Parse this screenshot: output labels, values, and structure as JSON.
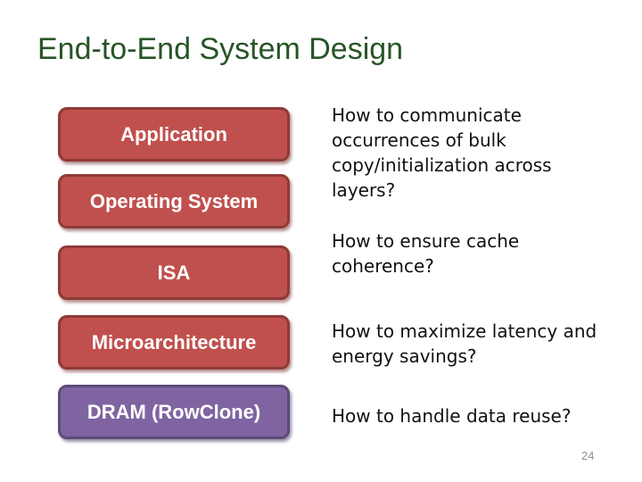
{
  "slide": {
    "title": "End-to-End System Design",
    "page_number": "24"
  },
  "layers": [
    {
      "label": "Application",
      "style": "red"
    },
    {
      "label": "Operating System",
      "style": "red"
    },
    {
      "label": "ISA",
      "style": "red"
    },
    {
      "label": "Microarchitecture",
      "style": "red"
    },
    {
      "label": "DRAM (RowClone)",
      "style": "purple"
    }
  ],
  "questions": [
    {
      "text": "How to communicate\noccurrences of bulk\ncopy/initialization across\nlayers?"
    },
    {
      "text": "How to ensure cache\ncoherence?"
    },
    {
      "text": "How to maximize latency and\nenergy savings?"
    },
    {
      "text": "How to handle data reuse?"
    }
  ],
  "colors": {
    "title_green": "#275427",
    "layer_red_fill": "#c0504d",
    "layer_red_border": "#8e3b38",
    "layer_purple_fill": "#8064a2",
    "layer_purple_border": "#5e4a78",
    "question_text": "#111111",
    "page_number_gray": "#8f8f8f"
  }
}
